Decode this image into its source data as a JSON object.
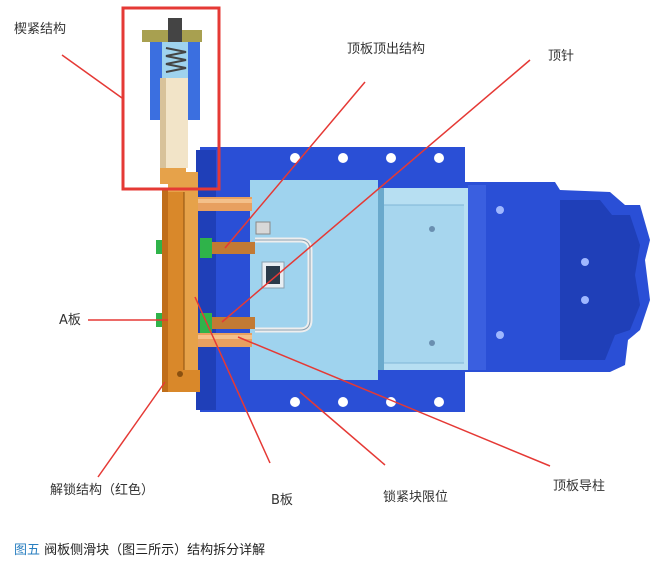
{
  "labels": {
    "wedge_lock": "楔紧结构",
    "top_plate_ejector": "顶板顶出结构",
    "ejector_pin": "顶针",
    "a_plate": "A板",
    "unlock_structure": "解锁结构（红色）",
    "b_plate": "B板",
    "lock_block_limit": "锁紧块限位",
    "top_plate_guide": "顶板导柱"
  },
  "caption": {
    "figure_number": "图五",
    "text": "阀板侧滑块（图三所示）结构拆分详解"
  },
  "colors": {
    "mold_blue": "#2a4fd6",
    "light_blue": "#9fd3ee",
    "orange_plate": "#d9882a",
    "annotation_red": "#e53935",
    "caption_blue": "#2a7fc0"
  }
}
